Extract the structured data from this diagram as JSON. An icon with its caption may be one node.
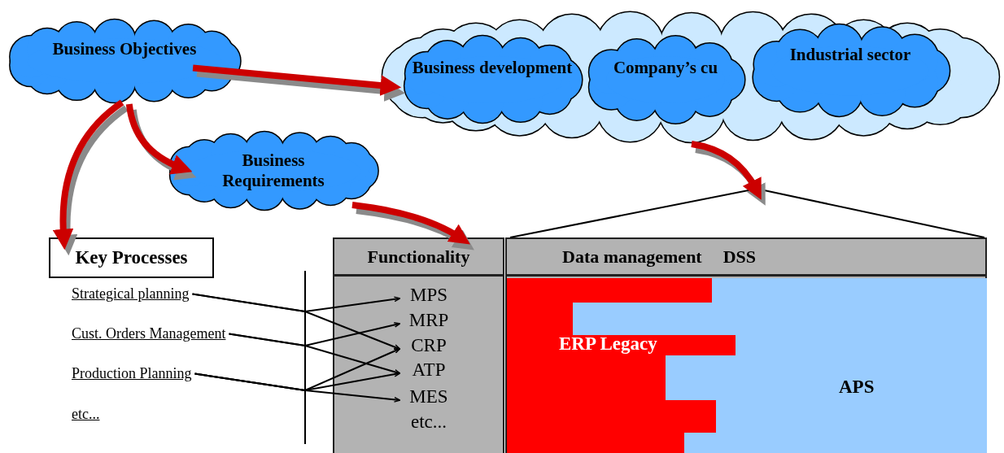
{
  "diagram": {
    "nodes": [
      {
        "text": [
          "Business Objectives"
        ]
      },
      {
        "text": [],
        "shape": "cloud"
      },
      {
        "text": [
          "Business development"
        ],
        "in": 1
      },
      {
        "text": [
          "Company’s cu"
        ],
        "in": 1
      },
      {
        "text": [
          "Industrial sector"
        ],
        "in": 1
      },
      {
        "text": [
          "Business Requirements"
        ]
      },
      {
        "text": [
          "Key Processes"
        ]
      },
      {
        "text": [
          "Strategical planning"
        ]
      },
      {
        "text": [
          "Cust. Orders Management"
        ]
      },
      {
        "text": [
          "Production Planning"
        ]
      },
      {
        "text": [
          "etc..."
        ]
      },
      {
        "text": [
          "Functionality"
        ]
      },
      {
        "text": [
          "MPS"
        ],
        "in": 11
      },
      {
        "text": [
          "MRP"
        ],
        "in": 11
      },
      {
        "text": [
          "CRP"
        ],
        "in": 11
      },
      {
        "text": [
          "ATP"
        ],
        "in": 11
      },
      {
        "text": [
          "MES"
        ],
        "in": 11
      },
      {
        "text": [
          "etc..."
        ],
        "in": 11
      },
      {
        "text": [
          "Data management",
          "DSS"
        ]
      },
      {
        "text": [
          "ERP Legacy"
        ],
        "in": 18
      },
      {
        "text": [
          "APS"
        ],
        "in": 18
      }
    ],
    "edges": [
      {
        "from": 0,
        "to": 1,
        "arrow": "to",
        "style": "thick",
        "color": "#cc0000"
      },
      {
        "from": 0,
        "to": 6,
        "arrow": "to",
        "style": "thick",
        "color": "#cc0000"
      },
      {
        "from": 0,
        "to": 5,
        "arrow": "to",
        "style": "thick",
        "color": "#cc0000"
      },
      {
        "from": 5,
        "to": 11,
        "arrow": "to",
        "style": "thick",
        "color": "#cc0000"
      },
      {
        "from": 1,
        "to": 18,
        "arrow": "to",
        "style": "thick",
        "color": "#cc0000"
      },
      {
        "from": 7,
        "to": 12,
        "arrow": "to"
      },
      {
        "from": 7,
        "to": 14,
        "arrow": "to"
      },
      {
        "from": 8,
        "to": 13,
        "arrow": "to"
      },
      {
        "from": 8,
        "to": 15,
        "arrow": "to"
      },
      {
        "from": 9,
        "to": 14,
        "arrow": "to"
      },
      {
        "from": 9,
        "to": 15,
        "arrow": "to"
      },
      {
        "from": 9,
        "to": 16,
        "arrow": "to"
      }
    ]
  }
}
